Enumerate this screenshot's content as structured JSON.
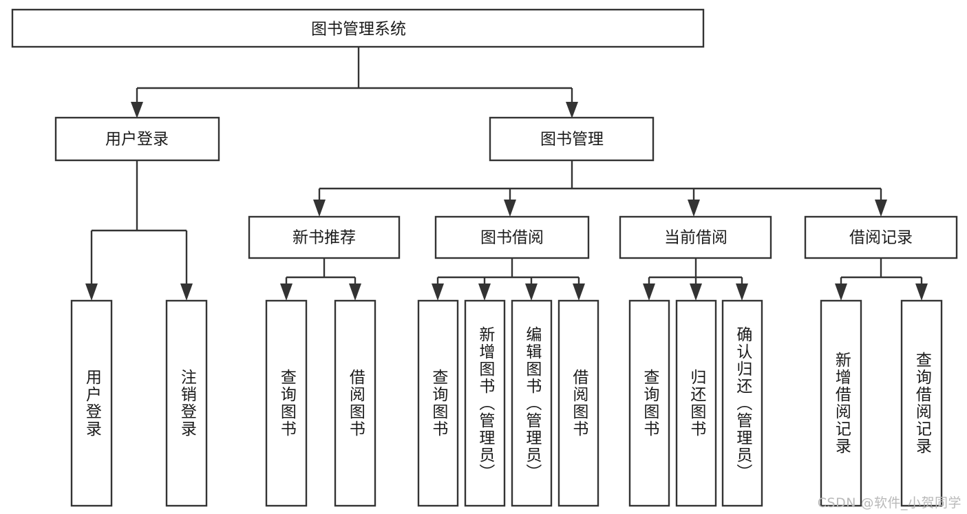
{
  "diagram": {
    "type": "tree-hierarchy",
    "title": "图书管理系统",
    "orientation": "top-down",
    "levels": 4,
    "root": {
      "id": "root",
      "label": "图书管理系统",
      "text_orientation": "horizontal"
    },
    "level2": [
      {
        "id": "user-login",
        "label": "用户登录",
        "text_orientation": "horizontal"
      },
      {
        "id": "book-management",
        "label": "图书管理",
        "text_orientation": "horizontal"
      }
    ],
    "level3": [
      {
        "id": "new-book-recommend",
        "label": "新书推荐",
        "parent": "book-management",
        "text_orientation": "horizontal"
      },
      {
        "id": "book-borrow",
        "label": "图书借阅",
        "parent": "book-management",
        "text_orientation": "horizontal"
      },
      {
        "id": "current-borrow",
        "label": "当前借阅",
        "parent": "book-management",
        "text_orientation": "horizontal"
      },
      {
        "id": "borrow-record",
        "label": "借阅记录",
        "parent": "book-management",
        "text_orientation": "horizontal"
      }
    ],
    "leaves": [
      {
        "id": "leaf-user-login",
        "label": "用户登录",
        "parent": "user-login",
        "text_orientation": "vertical"
      },
      {
        "id": "leaf-user-logout",
        "label": "注销登录",
        "parent": "user-login",
        "text_orientation": "vertical"
      },
      {
        "id": "leaf-query-book-1",
        "label": "查询图书",
        "parent": "new-book-recommend",
        "text_orientation": "vertical"
      },
      {
        "id": "leaf-borrow-book-1",
        "label": "借阅图书",
        "parent": "new-book-recommend",
        "text_orientation": "vertical"
      },
      {
        "id": "leaf-query-book-2",
        "label": "查询图书",
        "parent": "book-borrow",
        "text_orientation": "vertical"
      },
      {
        "id": "leaf-add-book",
        "label": "新增图书（管理员）",
        "parent": "book-borrow",
        "text_orientation": "vertical"
      },
      {
        "id": "leaf-edit-book",
        "label": "编辑图书（管理员）",
        "parent": "book-borrow",
        "text_orientation": "vertical"
      },
      {
        "id": "leaf-borrow-book-2",
        "label": "借阅图书",
        "parent": "book-borrow",
        "text_orientation": "vertical"
      },
      {
        "id": "leaf-query-book-3",
        "label": "查询图书",
        "parent": "current-borrow",
        "text_orientation": "vertical"
      },
      {
        "id": "leaf-return-book",
        "label": "归还图书",
        "parent": "current-borrow",
        "text_orientation": "vertical"
      },
      {
        "id": "leaf-confirm-return",
        "label": "确认归还（管理员）",
        "parent": "current-borrow",
        "text_orientation": "vertical"
      },
      {
        "id": "leaf-add-record",
        "label": "新增借阅记录",
        "parent": "borrow-record",
        "text_orientation": "vertical"
      },
      {
        "id": "leaf-query-record",
        "label": "查询借阅记录",
        "parent": "borrow-record",
        "text_orientation": "vertical"
      }
    ],
    "colors": {
      "background": "#ffffff",
      "box_fill": "#ffffff",
      "box_stroke": "#333333",
      "edge": "#333333",
      "text": "#1a1a1a",
      "watermark": "#b9b9b9"
    }
  },
  "watermark": {
    "text": "CSDN @软件_小贺同学"
  }
}
